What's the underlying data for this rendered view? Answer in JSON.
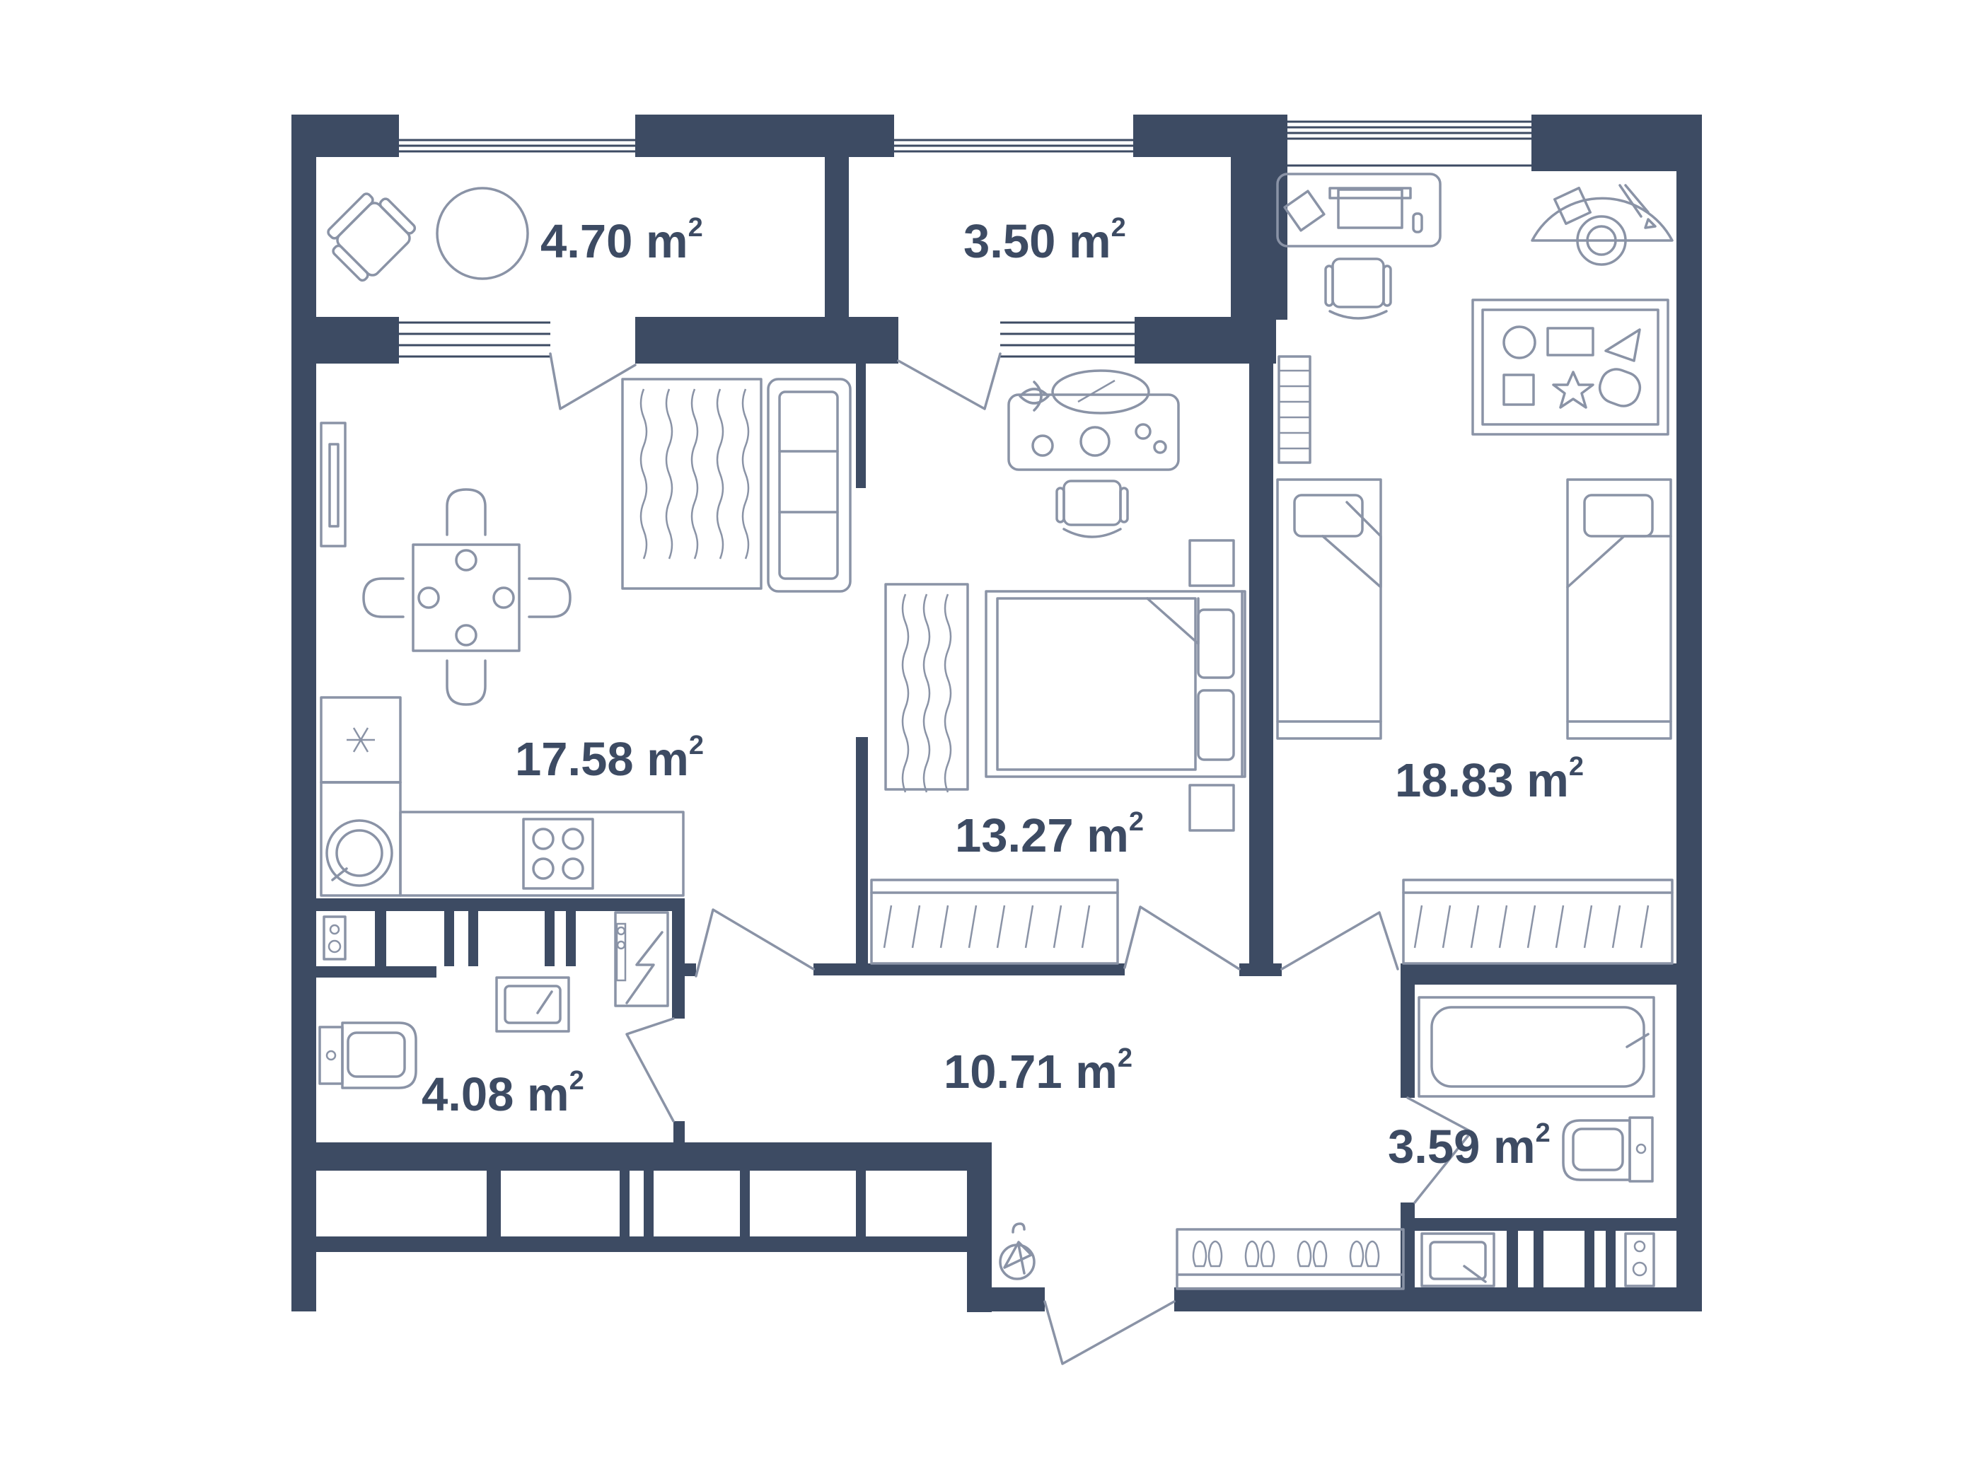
{
  "colors": {
    "wall": "#3d4b63",
    "furniture": "#8a93a6",
    "background": "#ffffff"
  },
  "rooms": [
    {
      "id": "balcony-left",
      "number": "4.70",
      "unit": "m",
      "exponent": "2"
    },
    {
      "id": "balcony-middle",
      "number": "3.50",
      "unit": "m",
      "exponent": "2"
    },
    {
      "id": "kitchen-living",
      "number": "17.58",
      "unit": "m",
      "exponent": "2"
    },
    {
      "id": "bedroom",
      "number": "13.27",
      "unit": "m",
      "exponent": "2"
    },
    {
      "id": "kids-room",
      "number": "18.83",
      "unit": "m",
      "exponent": "2"
    },
    {
      "id": "bathroom-left",
      "number": "4.08",
      "unit": "m",
      "exponent": "2"
    },
    {
      "id": "hallway",
      "number": "10.71",
      "unit": "m",
      "exponent": "2"
    },
    {
      "id": "bathroom-right",
      "number": "3.59",
      "unit": "m",
      "exponent": "2"
    }
  ],
  "icons": [
    "armchair-icon",
    "round-table-icon",
    "desk-icon",
    "chair-icon",
    "rug-icon",
    "sofa-icon",
    "dining-table-icon",
    "fridge-icon",
    "sink-icon",
    "stove-icon",
    "bed-icon",
    "wardrobe-icon",
    "toilet-icon",
    "bathtub-icon",
    "washing-machine-icon",
    "water-heater-icon",
    "shoe-rack-icon",
    "umbrella-stand-icon",
    "play-mat-icon",
    "bookshelf-icon"
  ]
}
